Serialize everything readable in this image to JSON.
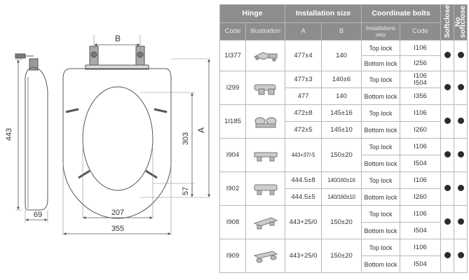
{
  "drawing": {
    "dim_B": "B",
    "dim_A": "A",
    "dim_443": "443",
    "dim_303": "303",
    "dim_57": "57",
    "dim_69": "69",
    "dim_207": "207",
    "dim_355": "355"
  },
  "table": {
    "groups": {
      "hinge": "Hinge",
      "installation_size": "Installation size",
      "coordinate_bolts": "Coordinate bolts",
      "softclose": "Softclose",
      "no_softclose": "No softclose"
    },
    "subheaders": {
      "code": "Code",
      "illustration": "Illustration",
      "a": "A",
      "b": "B",
      "installations_way": "Installations way",
      "bolt_code": "Code"
    },
    "rows": [
      {
        "code": "1I377",
        "sizes": [
          {
            "a": "477±4",
            "b": "140"
          }
        ],
        "bolts": [
          {
            "way": "Top lock",
            "code": "I106"
          },
          {
            "way": "Bottom lock",
            "code": "I256"
          }
        ]
      },
      {
        "code": "I299",
        "sizes": [
          {
            "a": "477±3",
            "b": "140±6"
          },
          {
            "a": "477",
            "b": "140"
          }
        ],
        "bolts": [
          {
            "way": "Top lock",
            "code": "I106"
          },
          {
            "way": "Bottom lock",
            "code": "I504"
          },
          {
            "way": "",
            "code": "I356"
          }
        ]
      },
      {
        "code": "1I185",
        "sizes": [
          {
            "a": "472±8",
            "b": "145±16"
          },
          {
            "a": "472±5",
            "b": "145±10"
          }
        ],
        "bolts": [
          {
            "way": "Top lock",
            "code": "I106"
          },
          {
            "way": "Bottom lock",
            "code": "I260"
          }
        ]
      },
      {
        "code": "I904",
        "sizes": [
          {
            "a": "443+37/-5",
            "b": "150±20"
          }
        ],
        "bolts": [
          {
            "way": "Top lock",
            "code": "I106"
          },
          {
            "way": "Bottom lock",
            "code": "I504"
          }
        ]
      },
      {
        "code": "I902",
        "sizes": [
          {
            "a": "444.5±8",
            "b": "140/160±16"
          },
          {
            "a": "444.5±5",
            "b": "140/160±10"
          }
        ],
        "bolts": [
          {
            "way": "Top lock",
            "code": "I106"
          },
          {
            "way": "Bottom lock",
            "code": "I260"
          }
        ]
      },
      {
        "code": "I908",
        "sizes": [
          {
            "a": "443+25/0",
            "b": "150±20"
          }
        ],
        "bolts": [
          {
            "way": "Top lock",
            "code": "I106"
          },
          {
            "way": "Bottom lock",
            "code": "I504"
          }
        ]
      },
      {
        "code": "I909",
        "sizes": [
          {
            "a": "443+25/0",
            "b": "150±20"
          }
        ],
        "bolts": [
          {
            "way": "Top lock",
            "code": "I106"
          },
          {
            "way": "Bottom lock",
            "code": "I504"
          }
        ]
      }
    ]
  }
}
